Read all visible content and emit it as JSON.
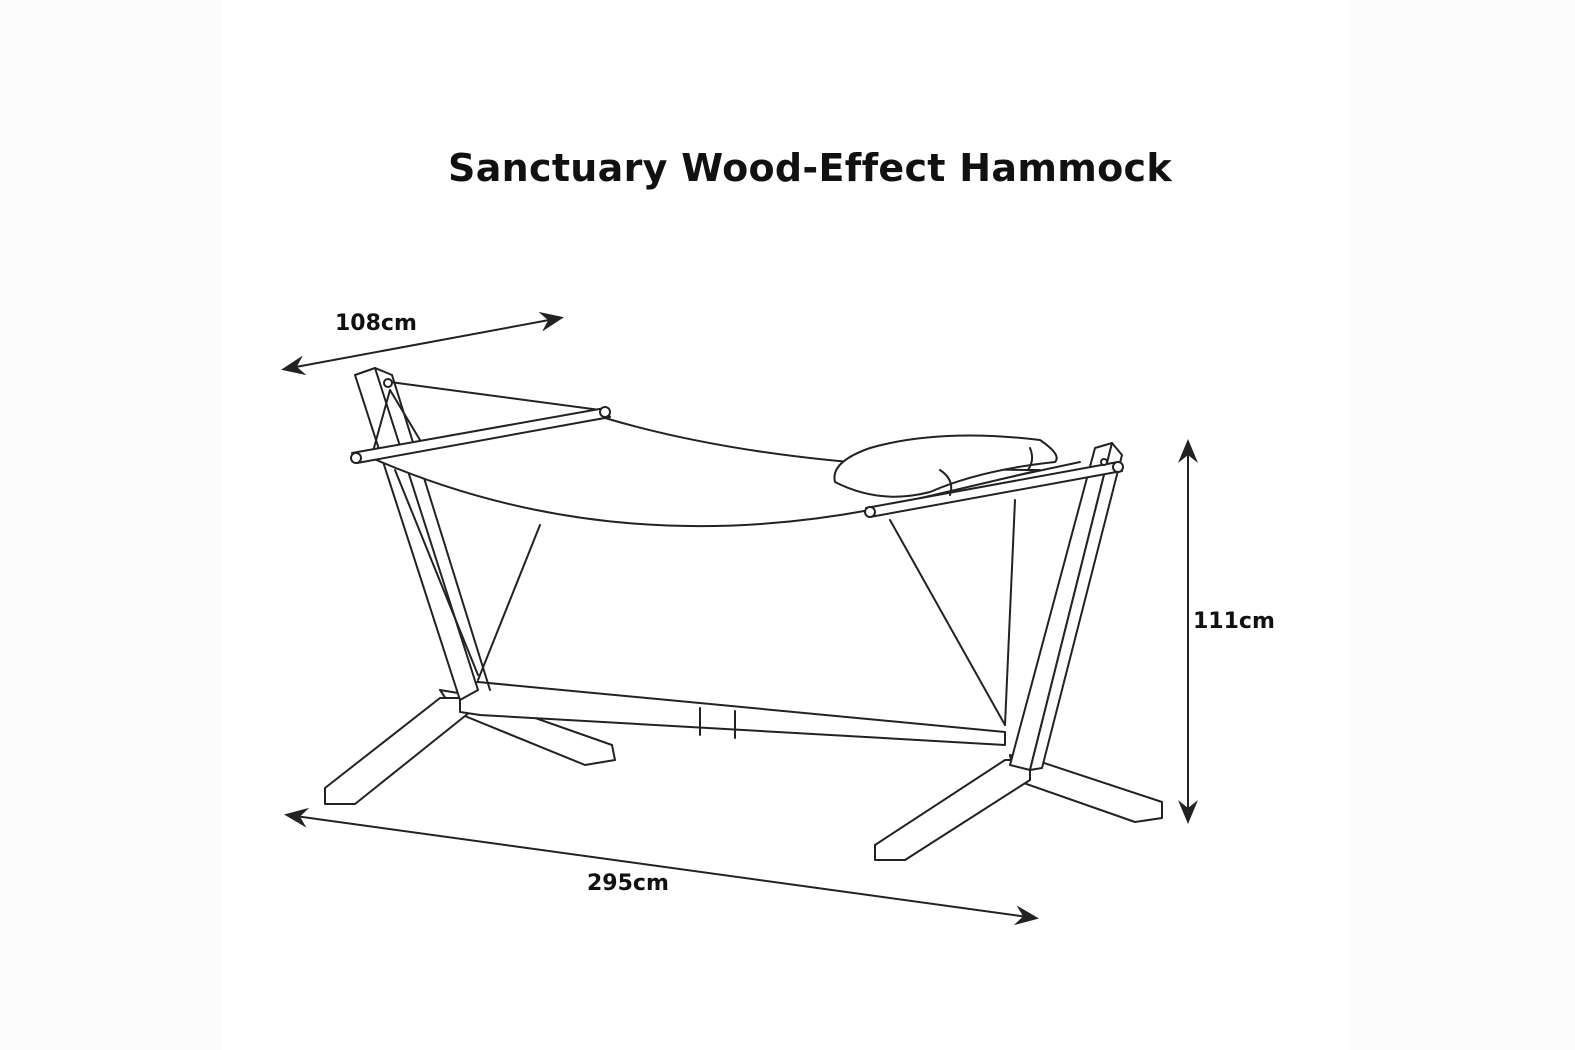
{
  "title": "Sanctuary Wood-Effect Hammock",
  "dimensions": {
    "depth": "108cm",
    "height": "111cm",
    "length": "295cm"
  }
}
